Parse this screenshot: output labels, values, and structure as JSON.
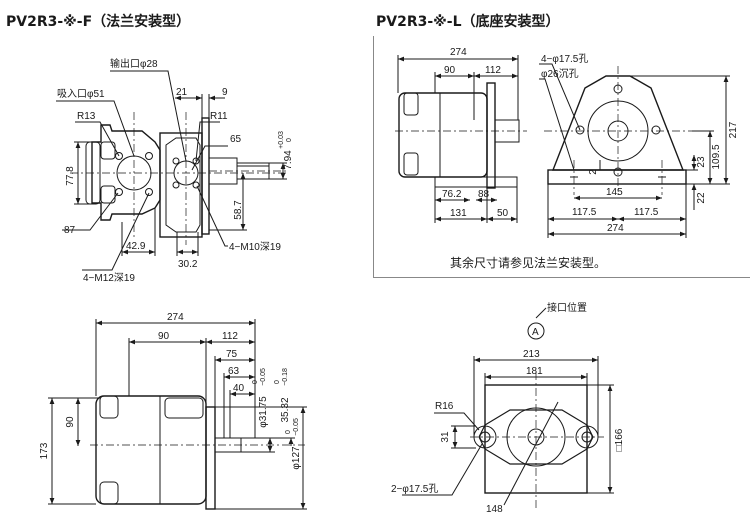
{
  "titles": {
    "flange": "PV2R3-※-F（法兰安装型）",
    "foot": "PV2R3-※-L（底座安装型）"
  },
  "note": "其余尺寸请参见法兰安装型。",
  "flange_view": {
    "outlet": "输出口φ28",
    "inlet": "吸入口φ51",
    "r13": "R13",
    "r11": "R11",
    "d21": "21",
    "d9": "9",
    "d65": "65",
    "d77_8": "77.8",
    "d87": "87",
    "d42_9": "42.9",
    "d30_2": "30.2",
    "d58_7": "58.7",
    "key": "7.94",
    "key_tol_upper": "+0.03",
    "key_tol_lower": "0",
    "m10": "4−M10深19",
    "m12": "4−M12深19"
  },
  "foot_view": {
    "d274": "274",
    "d90": "90",
    "d112": "112",
    "hole1": "4−φ17.5孔",
    "hole2": "φ26沉孔",
    "d2": "2",
    "d23": "23",
    "d109_5": "109.5",
    "d217": "217",
    "d22": "22",
    "d76_2": "76.2",
    "d88": "88",
    "d131": "131",
    "d50": "50",
    "d145": "145",
    "d117_5a": "117.5",
    "d117_5b": "117.5",
    "d274b": "274"
  },
  "side_view": {
    "d274": "274",
    "d90": "90",
    "d112": "112",
    "d75": "75",
    "d63": "63",
    "d40": "40",
    "d90v": "90",
    "d173": "173",
    "shaft1": "φ31.75",
    "shaft1_tol_upper": "0",
    "shaft1_tol_lower": "−0.05",
    "shaft2": "35.32",
    "shaft2_tol_upper": "0",
    "shaft2_tol_lower": "−0.18",
    "shaft3": "φ127",
    "shaft3_tol_upper": "0",
    "shaft3_tol_lower": "−0.05"
  },
  "front_view": {
    "port_label": "接口位置",
    "port_mark": "A",
    "d213": "213",
    "d181": "181",
    "r16": "R16",
    "d31": "31",
    "d166": "□166",
    "hole": "2−φ17.5孔",
    "d148": "148"
  }
}
